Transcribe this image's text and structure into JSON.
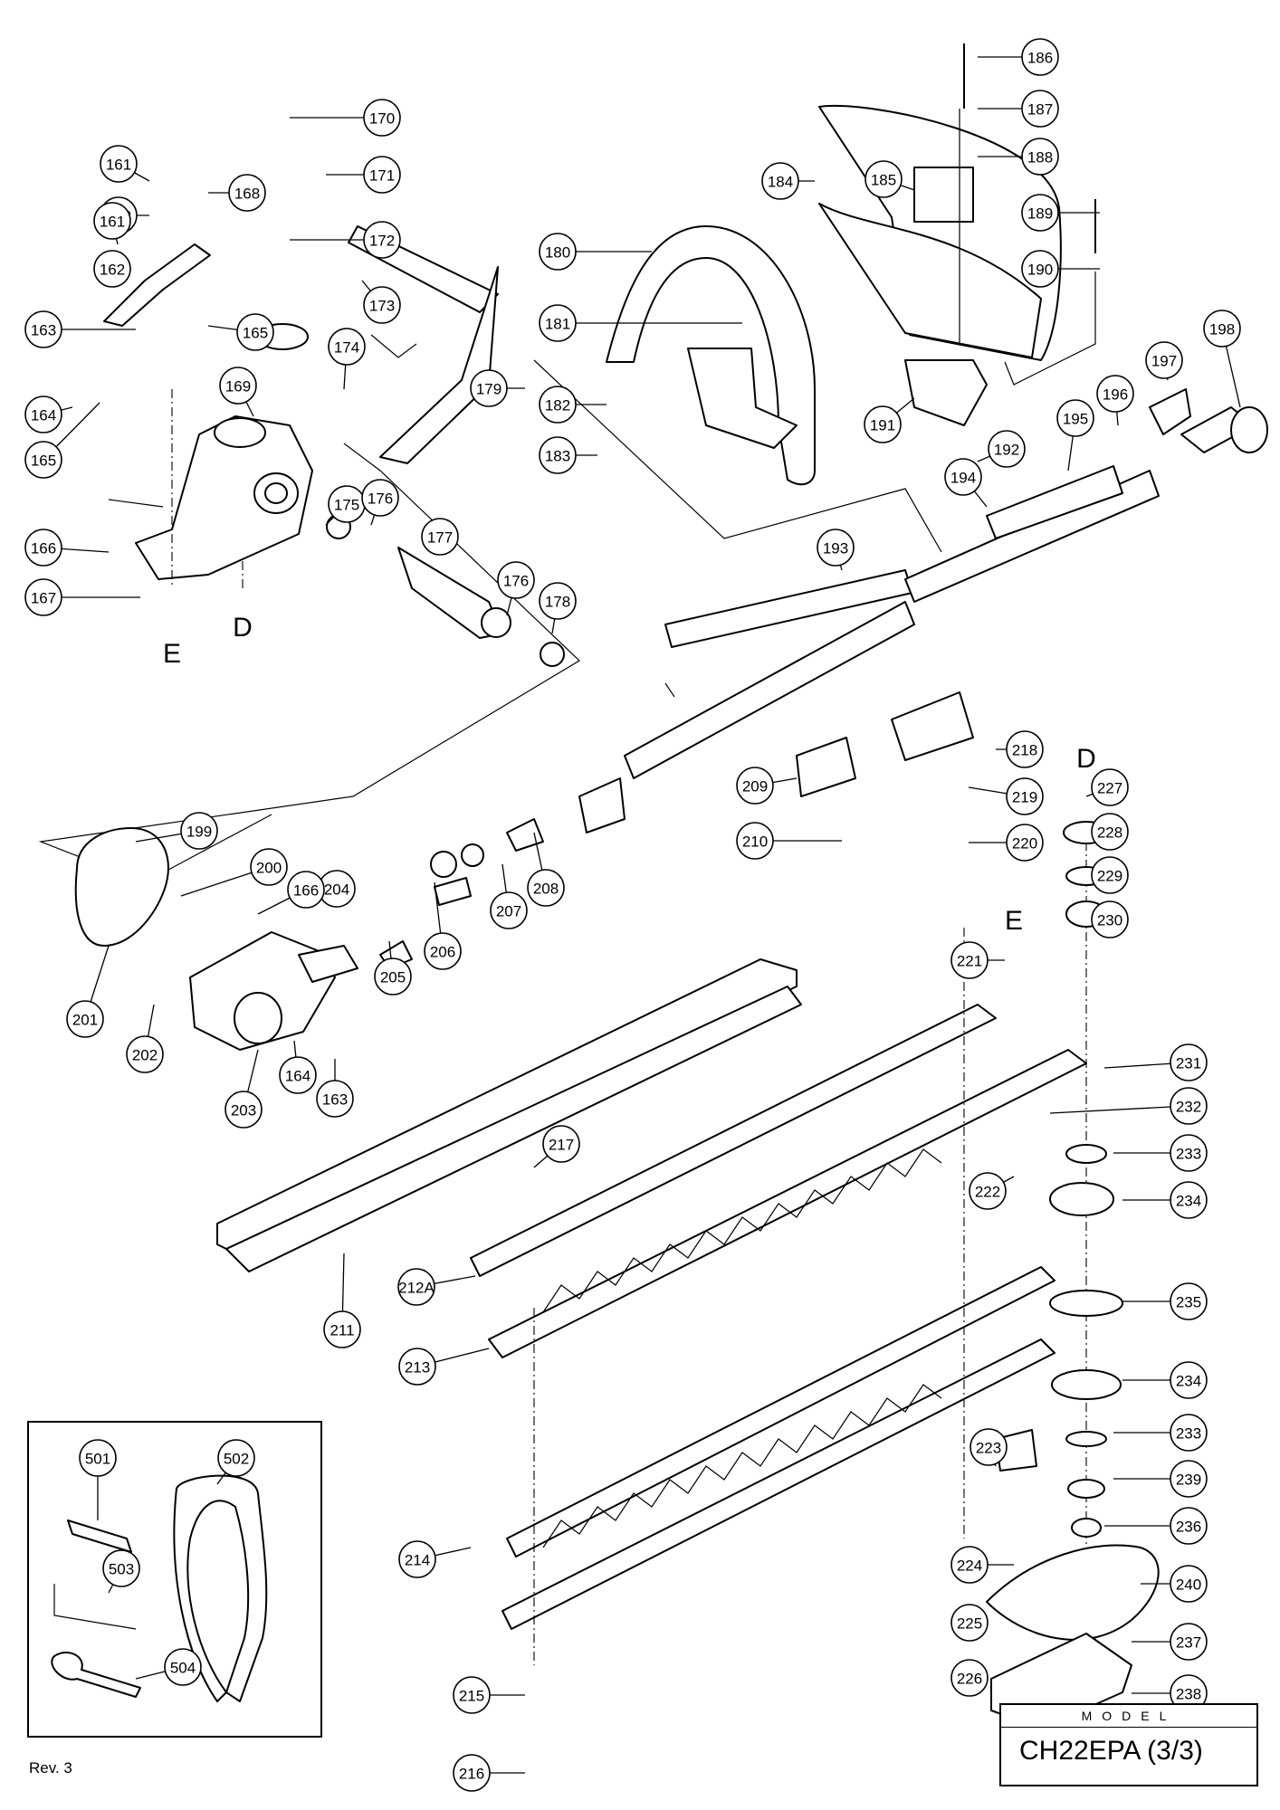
{
  "revision": "Rev. 3",
  "model": {
    "label": "MODEL",
    "name": "CH22EPA (3/3)"
  },
  "section_letters": [
    "D",
    "E"
  ],
  "part_numbers": [
    "161",
    "162",
    "163",
    "164",
    "165",
    "166",
    "167",
    "168",
    "169",
    "170",
    "171",
    "172",
    "173",
    "174",
    "175",
    "176",
    "177",
    "178",
    "179",
    "180",
    "181",
    "182",
    "183",
    "184",
    "185",
    "186",
    "187",
    "188",
    "189",
    "190",
    "191",
    "192",
    "193",
    "194",
    "195",
    "196",
    "197",
    "198",
    "199",
    "200",
    "201",
    "202",
    "203",
    "204",
    "205",
    "206",
    "207",
    "208",
    "209",
    "210",
    "211",
    "212A",
    "213",
    "214",
    "215",
    "216",
    "217",
    "218",
    "219",
    "220",
    "221",
    "222",
    "223",
    "224",
    "225",
    "226",
    "227",
    "228",
    "229",
    "230",
    "231",
    "232",
    "233",
    "234",
    "235",
    "236",
    "237",
    "238",
    "239",
    "240",
    "501",
    "502",
    "503",
    "504"
  ]
}
